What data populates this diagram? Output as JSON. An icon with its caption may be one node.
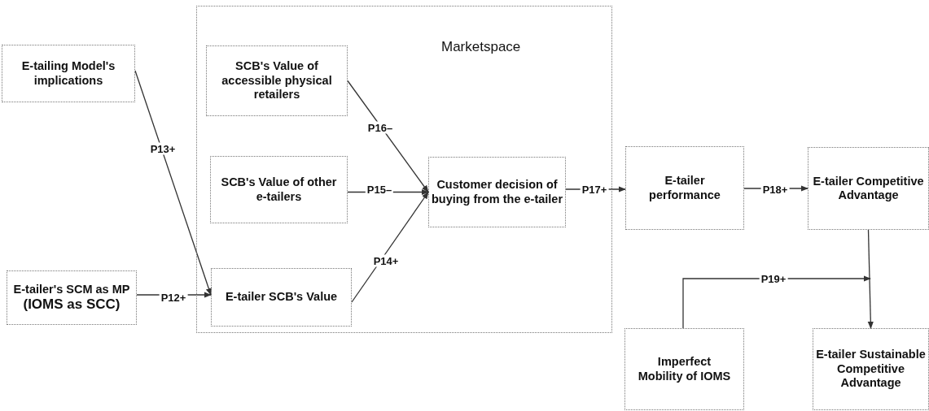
{
  "diagram": {
    "nodes": [
      {
        "text": [
          "E-tailing Model's implications"
        ]
      },
      {
        "text": [
          "E-tailer's SCM as MP",
          "(IOMS as SCC)"
        ]
      },
      {
        "text": [
          "Marketspace"
        ]
      },
      {
        "text": [
          "SCB's Value of accessible physical retailers"
        ],
        "in": 2
      },
      {
        "text": [
          "SCB's Value of other e-tailers"
        ],
        "in": 2
      },
      {
        "text": [
          "Customer decision of buying from the e-tailer"
        ],
        "in": 2
      },
      {
        "text": [
          "E-tailer SCB's Value"
        ],
        "in": 2
      },
      {
        "text": [
          "E-tailer performance"
        ]
      },
      {
        "text": [
          "E-tailer Competitive Advantage"
        ]
      },
      {
        "text": [
          "Imperfect Mobility of IOMS"
        ]
      },
      {
        "text": [
          "E-tailer Sustainable Competitive Advantage"
        ]
      }
    ],
    "edges": [
      {
        "from": 0,
        "to": 6,
        "arrow": "to",
        "label": "P13+"
      },
      {
        "from": 1,
        "to": 6,
        "arrow": "to",
        "label": "P12+"
      },
      {
        "from": 3,
        "to": 5,
        "arrow": "to",
        "label": "P16–"
      },
      {
        "from": 4,
        "to": 5,
        "arrow": "to",
        "label": "P15–"
      },
      {
        "from": 6,
        "to": 5,
        "arrow": "to",
        "label": "P14+"
      },
      {
        "from": 5,
        "to": 7,
        "arrow": "to",
        "label": "P17+"
      },
      {
        "from": 7,
        "to": 8,
        "arrow": "to",
        "label": "P18+"
      },
      {
        "from": 8,
        "to": 10,
        "arrow": "to"
      },
      {
        "from": 9,
        "to": null,
        "arrow": "to",
        "label": "P19+"
      }
    ]
  }
}
